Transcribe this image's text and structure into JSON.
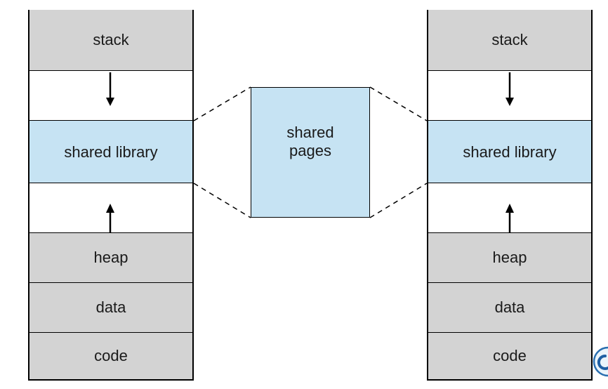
{
  "left_process": {
    "segments": [
      {
        "label": "stack",
        "kind": "gray"
      },
      {
        "label": "",
        "kind": "white"
      },
      {
        "label": "shared library",
        "kind": "blue"
      },
      {
        "label": "",
        "kind": "white"
      },
      {
        "label": "heap",
        "kind": "gray"
      },
      {
        "label": "data",
        "kind": "gray"
      },
      {
        "label": "code",
        "kind": "gray"
      }
    ]
  },
  "shared_pages": {
    "label": "shared\npages"
  },
  "right_process": {
    "segments": [
      {
        "label": "stack",
        "kind": "gray"
      },
      {
        "label": "",
        "kind": "white"
      },
      {
        "label": "shared library",
        "kind": "blue"
      },
      {
        "label": "",
        "kind": "white"
      },
      {
        "label": "heap",
        "kind": "gray"
      },
      {
        "label": "data",
        "kind": "gray"
      },
      {
        "label": "code",
        "kind": "gray"
      }
    ]
  },
  "colors": {
    "segment_gray": "#d3d3d3",
    "segment_blue": "#c6e3f3",
    "line": "#000000"
  },
  "icons": {
    "stack_growth": "arrow-down-icon",
    "heap_growth": "arrow-up-icon",
    "corner_logo": "publisher-logo-icon"
  }
}
